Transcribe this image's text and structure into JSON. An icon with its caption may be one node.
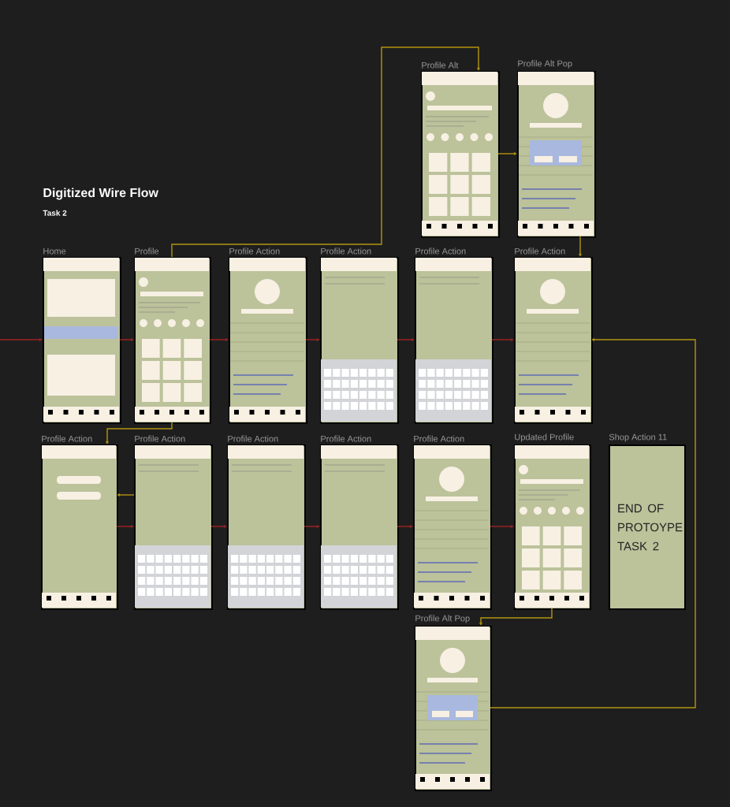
{
  "diagram": {
    "title": "Digitized Wire Flow",
    "caption": "Task 2",
    "nodes": [
      {
        "text": [
          "Profile Alt"
        ]
      },
      {
        "text": [
          "Profile Alt Pop"
        ]
      },
      {
        "text": [
          "Home"
        ]
      },
      {
        "text": [
          "Profile"
        ]
      },
      {
        "text": [
          "Profile Action"
        ]
      },
      {
        "text": [
          "Profile Action"
        ]
      },
      {
        "text": [
          "Profile Action"
        ]
      },
      {
        "text": [
          "Profile Action"
        ]
      },
      {
        "text": [
          "Profile Action"
        ]
      },
      {
        "text": [
          "Profile Action"
        ]
      },
      {
        "text": [
          "Profile Action"
        ]
      },
      {
        "text": [
          "Profile Action"
        ]
      },
      {
        "text": [
          "Profile Action"
        ]
      },
      {
        "text": [
          "Updated Profile"
        ]
      },
      {
        "text": [
          "Shop Action 11",
          "END OF PROTOYPE TASK 2"
        ]
      },
      {
        "text": [
          "Profile Alt Pop"
        ]
      }
    ],
    "edges": [
      {
        "from": null,
        "to": 2,
        "arrow": "to"
      },
      {
        "from": 2,
        "to": 3,
        "arrow": "to"
      },
      {
        "from": 3,
        "to": 4,
        "arrow": "to"
      },
      {
        "from": 4,
        "to": 5,
        "arrow": "to"
      },
      {
        "from": 5,
        "to": 6,
        "arrow": "to"
      },
      {
        "from": 6,
        "to": 7,
        "arrow": "to"
      },
      {
        "from": 3,
        "to": 0,
        "arrow": "to",
        "color": "#b39510"
      },
      {
        "from": 0,
        "to": 1,
        "arrow": "to",
        "color": "#b39510"
      },
      {
        "from": 1,
        "to": 7,
        "arrow": "to",
        "color": "#b39510"
      },
      {
        "from": 3,
        "to": 8,
        "arrow": "to",
        "color": "#b39510"
      },
      {
        "from": 8,
        "to": 9,
        "arrow": "to"
      },
      {
        "from": 9,
        "to": 10,
        "arrow": "to"
      },
      {
        "from": 10,
        "to": 11,
        "arrow": "to"
      },
      {
        "from": 11,
        "to": 12,
        "arrow": "to"
      },
      {
        "from": 12,
        "to": 13,
        "arrow": "to"
      },
      {
        "from": 13,
        "to": 15,
        "arrow": "to",
        "color": "#b39510"
      },
      {
        "from": 15,
        "to": 7,
        "arrow": "to",
        "color": "#b39510"
      },
      {
        "from": 9,
        "to": 8,
        "arrow": "to",
        "color": "#b39510"
      }
    ]
  }
}
